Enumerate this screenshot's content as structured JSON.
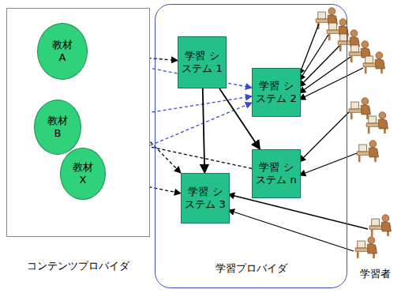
{
  "diagram": {
    "nodes": [
      {
        "text": [
          "コンテンツプロバイダ"
        ]
      },
      {
        "text": [
          "教材 A"
        ],
        "in": 0
      },
      {
        "text": [
          "教材 B"
        ],
        "in": 0
      },
      {
        "text": [
          "教材 X"
        ],
        "in": 0
      },
      {
        "text": [
          "学習プロバイダ"
        ]
      },
      {
        "text": [
          "学習 システム 1"
        ],
        "in": 4
      },
      {
        "text": [
          "学習 システム 2"
        ],
        "in": 4
      },
      {
        "text": [
          "学習 システム n"
        ],
        "in": 4
      },
      {
        "text": [
          "学習 システム 3"
        ],
        "in": 4
      }
    ],
    "edges": [
      {
        "from": 1,
        "to": 5,
        "arrow": "to"
      },
      {
        "from": 1,
        "to": 6,
        "arrow": "to"
      },
      {
        "from": 1,
        "to": 8,
        "arrow": "to"
      },
      {
        "from": 2,
        "to": 6,
        "arrow": "to"
      },
      {
        "from": 7,
        "to": 2,
        "arrow": "to"
      },
      {
        "from": 3,
        "to": 6,
        "arrow": "to"
      },
      {
        "from": 3,
        "to": 8,
        "arrow": "to"
      },
      {
        "from": 5,
        "to": 8,
        "arrow": "to"
      },
      {
        "from": 5,
        "to": 7,
        "arrow": "to"
      }
    ],
    "labels": [
      "学習者"
    ]
  }
}
